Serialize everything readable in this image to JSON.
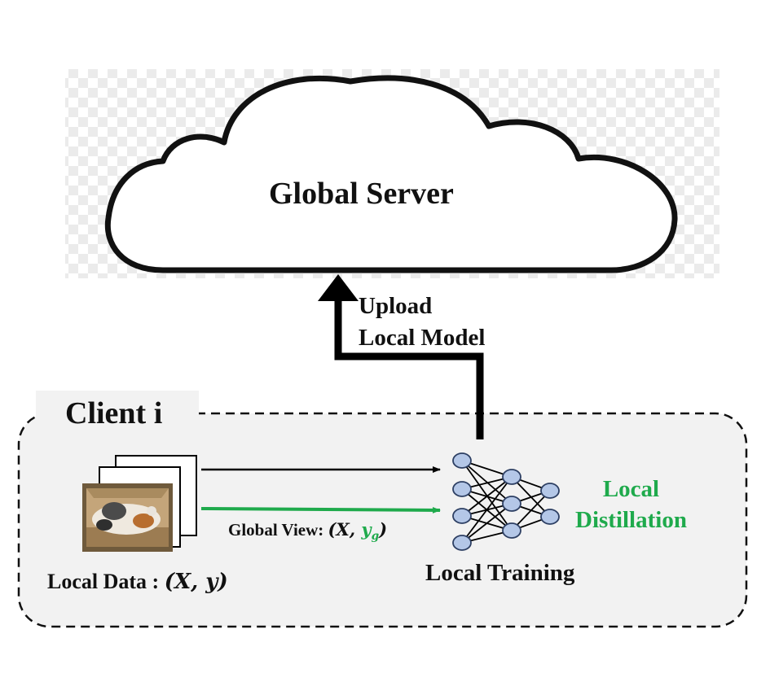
{
  "server": {
    "title": "Global Server"
  },
  "upload": {
    "line1": "Upload",
    "line2": "Local Model"
  },
  "client": {
    "title": "Client i",
    "local_data_label": "Local Data :",
    "local_data_math": "(X, y)",
    "global_view_label": "Global View:",
    "global_view_x": "(X, ",
    "global_view_y": "y",
    "global_view_sub": "g",
    "global_view_close": ")",
    "local_training": "Local Training",
    "distill_line1": "Local",
    "distill_line2": "Distillation"
  },
  "colors": {
    "accent_green": "#1faa4c",
    "node_fill": "#b4c7e7",
    "client_panel": "#f2f2f2"
  }
}
